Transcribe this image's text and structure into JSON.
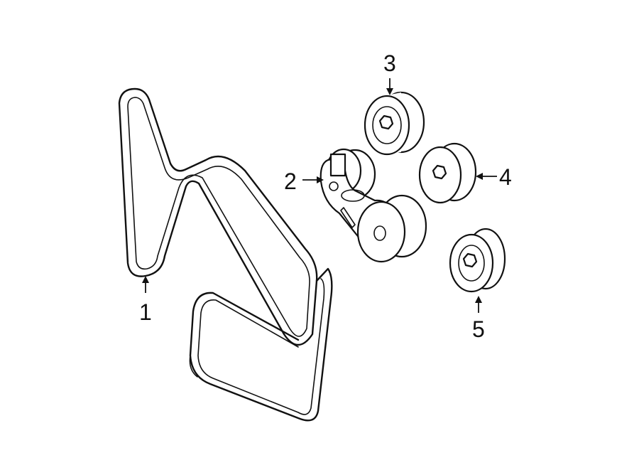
{
  "callouts": [
    {
      "id": "belt",
      "label": "1"
    },
    {
      "id": "tensioner",
      "label": "2"
    },
    {
      "id": "idler-pulley-upper",
      "label": "3"
    },
    {
      "id": "idler-pulley-middle",
      "label": "4"
    },
    {
      "id": "idler-pulley-lower",
      "label": "5"
    }
  ]
}
